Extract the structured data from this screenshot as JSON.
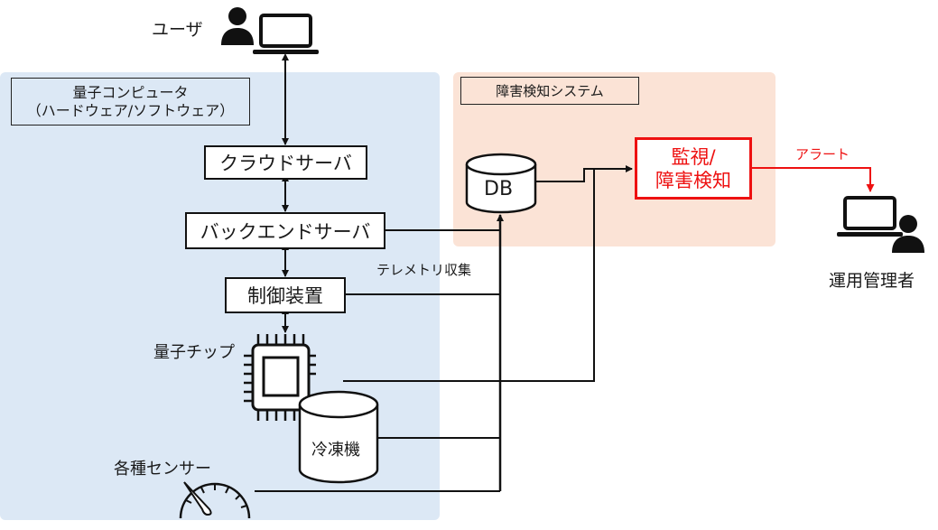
{
  "colors": {
    "quantum_panel": "#dce8f5",
    "detection_panel": "#fbe3d6",
    "alert": "#ee1111",
    "line": "#111111"
  },
  "user": {
    "label": "ユーザ",
    "icons": [
      "person-icon",
      "laptop-icon"
    ]
  },
  "quantum_computer": {
    "title_line1": "量子コンピュータ",
    "title_line2": "（ハードウェア/ソフトウェア）",
    "nodes": {
      "cloud_server": "クラウドサーバ",
      "backend_server": "バックエンドサーバ",
      "controller": "制御装置",
      "quantum_chip": "量子チップ",
      "refrigerator": "冷凍機",
      "sensors": "各種センサー"
    }
  },
  "telemetry_label": "テレメトリ収集",
  "detection_system": {
    "title": "障害検知システム",
    "db": "DB",
    "monitor_line1": "監視/",
    "monitor_line2": "障害検知"
  },
  "alert_label": "アラート",
  "operator": {
    "label": "運用管理者",
    "icons": [
      "laptop-icon",
      "person-icon"
    ]
  }
}
